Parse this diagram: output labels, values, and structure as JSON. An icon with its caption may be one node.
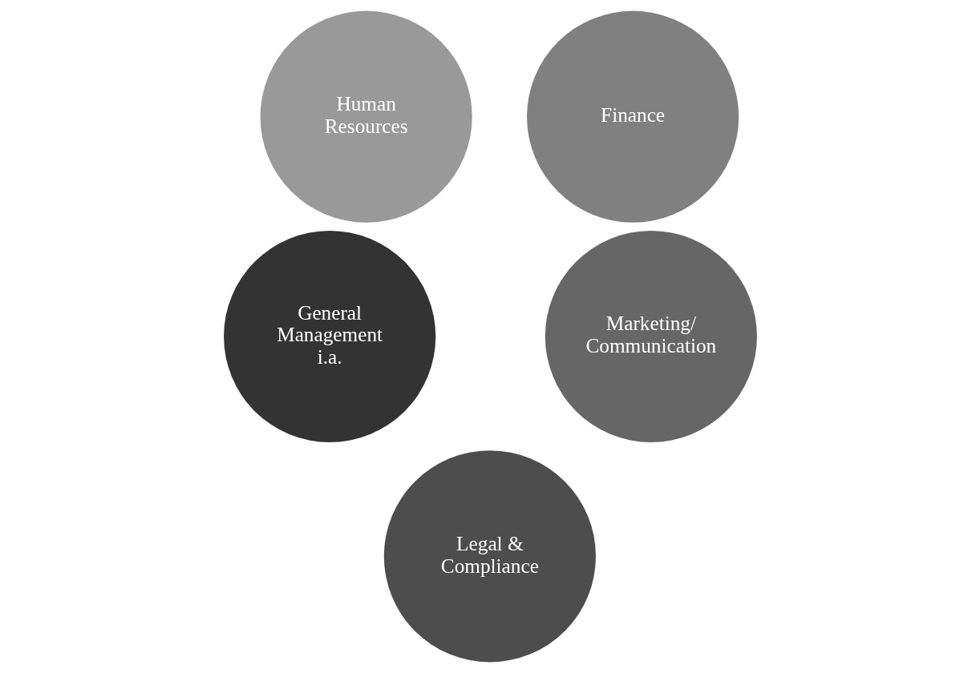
{
  "diagram": {
    "nodes": [
      {
        "text": [
          "Human Resources"
        ]
      },
      {
        "text": [
          "Finance"
        ]
      },
      {
        "text": [
          "General Management i.a."
        ]
      },
      {
        "text": [
          "Marketing/ Communication"
        ]
      },
      {
        "text": [
          "Legal & Compliance"
        ]
      }
    ]
  }
}
